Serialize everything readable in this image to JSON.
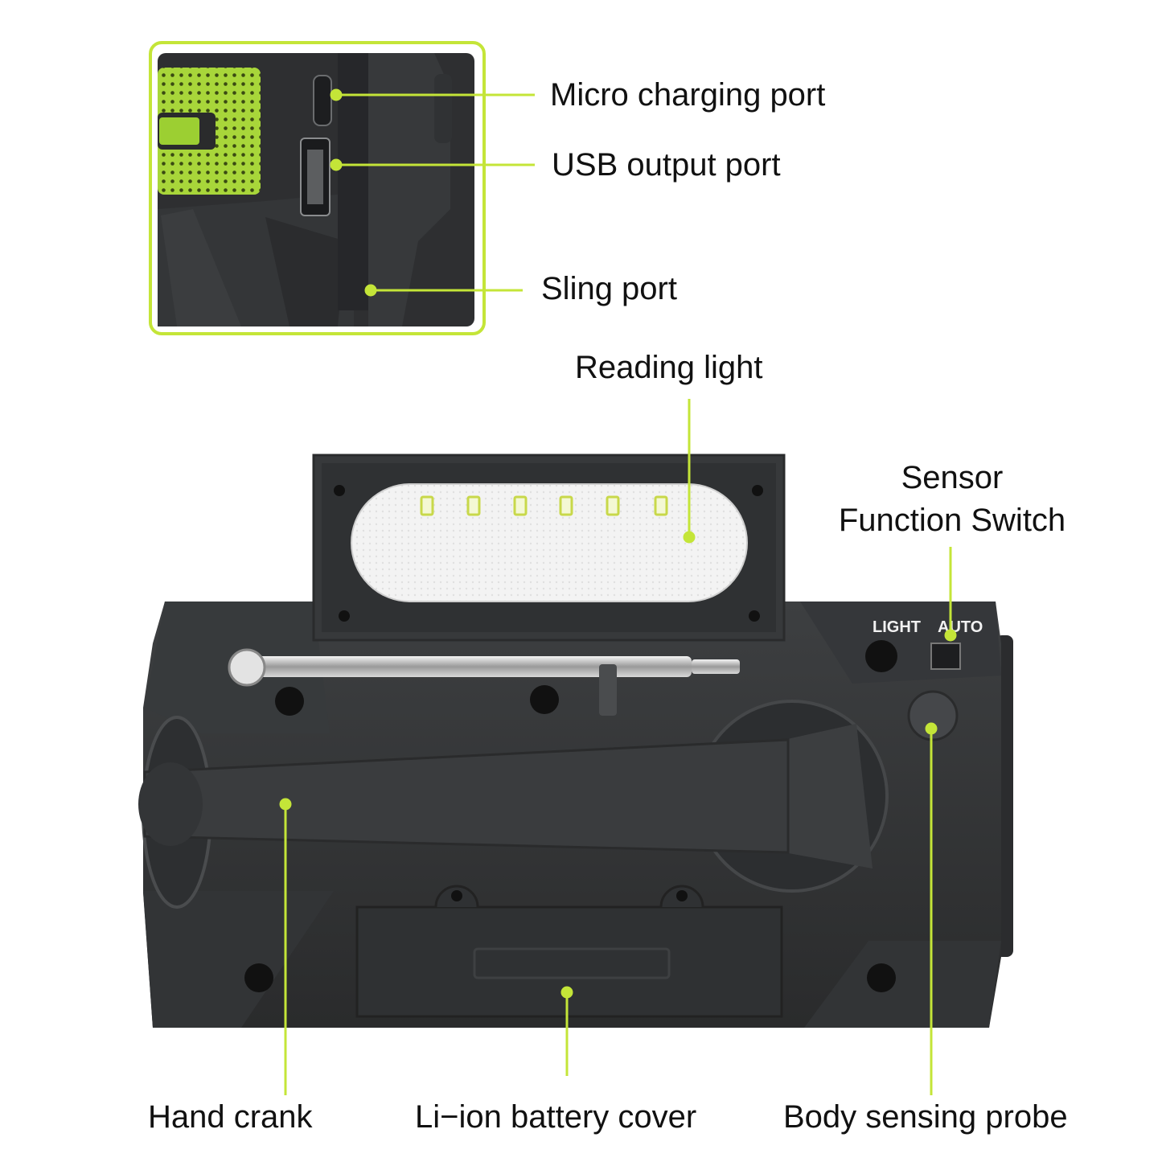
{
  "accent_color": "#c4e538",
  "labels": {
    "micro_port": "Micro charging port",
    "usb_port": "USB output port",
    "sling_port": "Sling port",
    "reading_light": "Reading light",
    "sensor_line1": "Sensor",
    "sensor_line2": "Function Switch",
    "hand_crank": "Hand crank",
    "battery_cover": "Li−ion battery cover",
    "body_probe": "Body sensing probe"
  },
  "switch": {
    "light_label": "LIGHT",
    "auto_label": "AUTO"
  }
}
